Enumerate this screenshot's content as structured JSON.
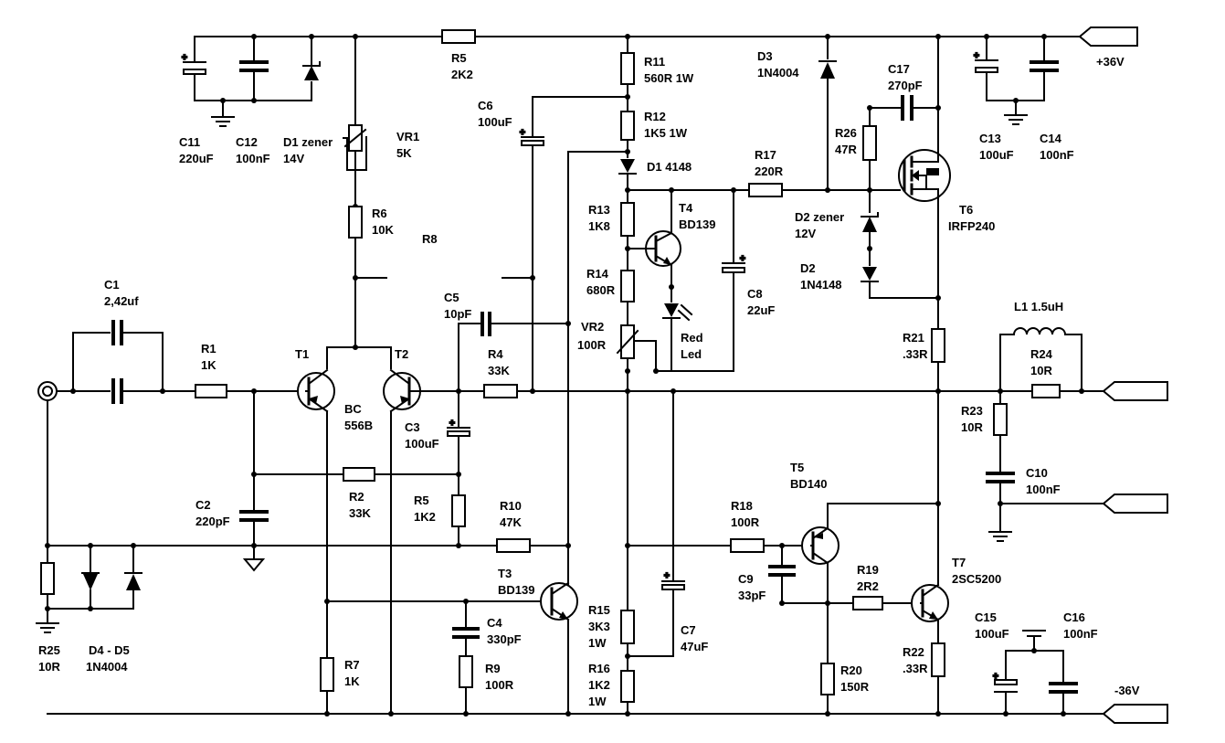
{
  "components": {
    "C11": {
      "ref": "C11",
      "value": "220uF"
    },
    "C12": {
      "ref": "C12",
      "value": "100nF"
    },
    "D1z": {
      "ref": "D1 zener",
      "value": "14V"
    },
    "VR1": {
      "ref": "VR1",
      "value": "5K"
    },
    "R5": {
      "ref": "R5",
      "value": "2K2"
    },
    "R11": {
      "ref": "R11",
      "value": "560R 1W"
    },
    "D3": {
      "ref": "D3",
      "value": "1N4004"
    },
    "C17": {
      "ref": "C17",
      "value": "270pF"
    },
    "C13": {
      "ref": "C13",
      "value": "100uF"
    },
    "C14": {
      "ref": "C14",
      "value": "100nF"
    },
    "vplus": {
      "ref": "+36V"
    },
    "C6": {
      "ref": "C6",
      "value": "100uF"
    },
    "R12": {
      "ref": "R12",
      "value": "1K5 1W"
    },
    "D1": {
      "ref": "D1 4148"
    },
    "R17": {
      "ref": "R17",
      "value": "220R"
    },
    "R26": {
      "ref": "R26",
      "value": "47R"
    },
    "R6": {
      "ref": "R6",
      "value": "10K"
    },
    "R8": {
      "ref": "R8"
    },
    "R13": {
      "ref": "R13",
      "value": "1K8"
    },
    "T4": {
      "ref": "T4",
      "value": "BD139"
    },
    "D2z": {
      "ref": "D2 zener",
      "value": "12V"
    },
    "T6": {
      "ref": "T6",
      "value": "IRFP240"
    },
    "R14": {
      "ref": "R14",
      "value": "680R"
    },
    "D2": {
      "ref": "D2",
      "value": "1N4148"
    },
    "C1": {
      "ref": "C1",
      "value": "2,42uf"
    },
    "C5": {
      "ref": "C5",
      "value": "10pF"
    },
    "C8": {
      "ref": "C8",
      "value": "22uF"
    },
    "VR2": {
      "ref": "VR2",
      "value": "100R"
    },
    "LED": {
      "ref": "Red",
      "value": "Led"
    },
    "L1": {
      "ref": "L1 1.5uH"
    },
    "R1": {
      "ref": "R1",
      "value": "1K"
    },
    "T1": {
      "ref": "T1"
    },
    "T2": {
      "ref": "T2"
    },
    "BC": {
      "ref": "BC",
      "value": "556B"
    },
    "R4": {
      "ref": "R4",
      "value": "33K"
    },
    "R21": {
      "ref": "R21",
      "value": ".33R"
    },
    "R24": {
      "ref": "R24",
      "value": "10R"
    },
    "C3": {
      "ref": "C3",
      "value": "100uF"
    },
    "R23": {
      "ref": "R23",
      "value": "10R"
    },
    "R2": {
      "ref": "R2",
      "value": "33K"
    },
    "T5": {
      "ref": "T5",
      "value": "BD140"
    },
    "C10": {
      "ref": "C10",
      "value": "100nF"
    },
    "C2": {
      "ref": "C2",
      "value": "220pF"
    },
    "R5b": {
      "ref": "R5",
      "value": "1K2"
    },
    "R10": {
      "ref": "R10",
      "value": "47K"
    },
    "R18": {
      "ref": "R18",
      "value": "100R"
    },
    "T3": {
      "ref": "T3",
      "value": "BD139"
    },
    "C9": {
      "ref": "C9",
      "value": "33pF"
    },
    "R19": {
      "ref": "R19",
      "value": "2R2"
    },
    "T7": {
      "ref": "T7",
      "value": "2SC5200"
    },
    "R15": {
      "ref": "R15",
      "value": "3K3",
      "extra": "1W"
    },
    "C7": {
      "ref": "C7",
      "value": "47uF"
    },
    "C4": {
      "ref": "C4",
      "value": "330pF"
    },
    "C15": {
      "ref": "C15",
      "value": "100uF"
    },
    "C16": {
      "ref": "C16",
      "value": "100nF"
    },
    "R25": {
      "ref": "R25",
      "value": "10R"
    },
    "D45": {
      "ref": "D4 - D5",
      "value": "1N4004"
    },
    "R7": {
      "ref": "R7",
      "value": "1K"
    },
    "R9": {
      "ref": "R9",
      "value": "100R"
    },
    "R16": {
      "ref": "R16",
      "value": "1K2",
      "extra": "1W"
    },
    "R20": {
      "ref": "R20",
      "value": "150R"
    },
    "R22": {
      "ref": "R22",
      "value": ".33R"
    },
    "vminus": {
      "ref": "-36V"
    }
  }
}
